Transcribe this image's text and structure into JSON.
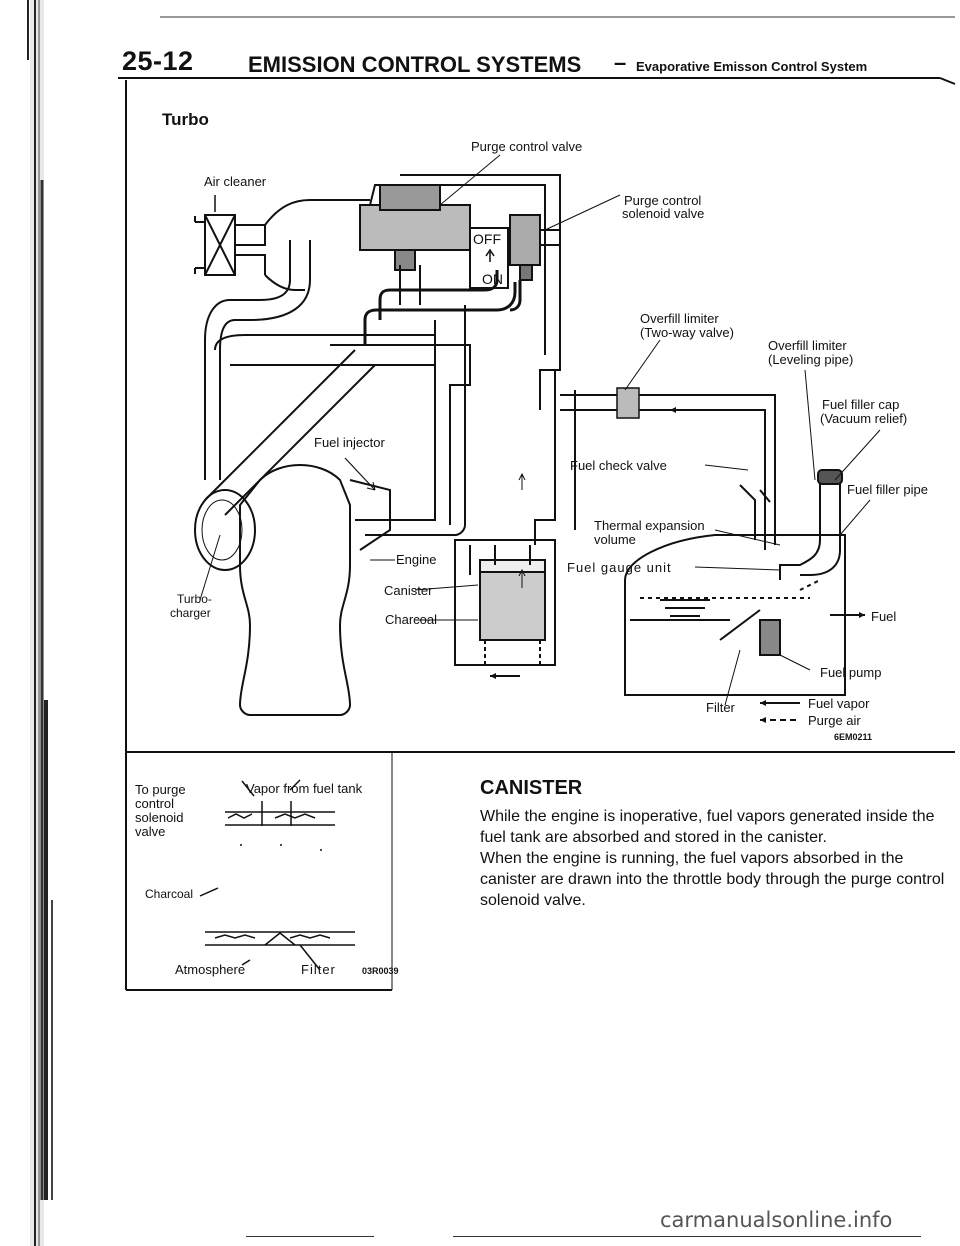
{
  "header": {
    "page_number": "25-12",
    "title": "EMISSION CONTROL SYSTEMS",
    "dash": "–",
    "subtitle": "Evaporative Emisson Control System"
  },
  "main_figure": {
    "heading": "Turbo",
    "labels": {
      "purge_control_valve": "Purge control valve",
      "air_cleaner": "Air cleaner",
      "purge_control_solenoid_valve_1": "Purge control",
      "purge_control_solenoid_valve_2": "solenoid valve",
      "off": "OFF",
      "on": "ON",
      "overfill_two_way_1": "Overfill limiter",
      "overfill_two_way_2": "(Two-way valve)",
      "overfill_leveling_1": "Overfill limiter",
      "overfill_leveling_2": "(Leveling pipe)",
      "fuel_filler_cap_1": "Fuel filler cap",
      "fuel_filler_cap_2": "(Vacuum relief)",
      "fuel_injector": "Fuel injector",
      "fuel_check_valve": "Fuel check valve",
      "fuel_filler_pipe": "Fuel filler pipe",
      "thermal_expansion_1": "Thermal expansion",
      "thermal_expansion_2": "volume",
      "engine": "Engine",
      "fuel_gauge_unit": "Fuel gauge unit",
      "canister": "Canister",
      "turbocharger_1": "Turbo-",
      "turbocharger_2": "charger",
      "charcoal": "Charcoal",
      "fuel": "Fuel",
      "fuel_pump": "Fuel pump",
      "filter": "Filter"
    },
    "legend": [
      {
        "symbol": "←——",
        "label": "Fuel vapor"
      },
      {
        "symbol": "← - - -",
        "label": "Purge air"
      }
    ],
    "figure_code": "6EM0211"
  },
  "canister_figure": {
    "labels": {
      "to_purge_1": "To purge",
      "to_purge_2": "control",
      "to_purge_3": "solenoid",
      "to_purge_4": "valve",
      "vapor_from": "Vapor from fuel tank",
      "charcoal": "Charcoal",
      "atmosphere": "Atmosphere",
      "filter": "Filter"
    },
    "figure_code": "03R0039"
  },
  "canister_section": {
    "heading": "CANISTER",
    "paragraphs": [
      "While the engine is inoperative, fuel vapors generated inside the fuel tank are absorbed and stored in the canister.",
      "When the engine is running, the fuel vapors absorbed in the canister are drawn into the throttle body through the purge control solenoid valve."
    ]
  },
  "watermark": "carmanualsonline.info"
}
